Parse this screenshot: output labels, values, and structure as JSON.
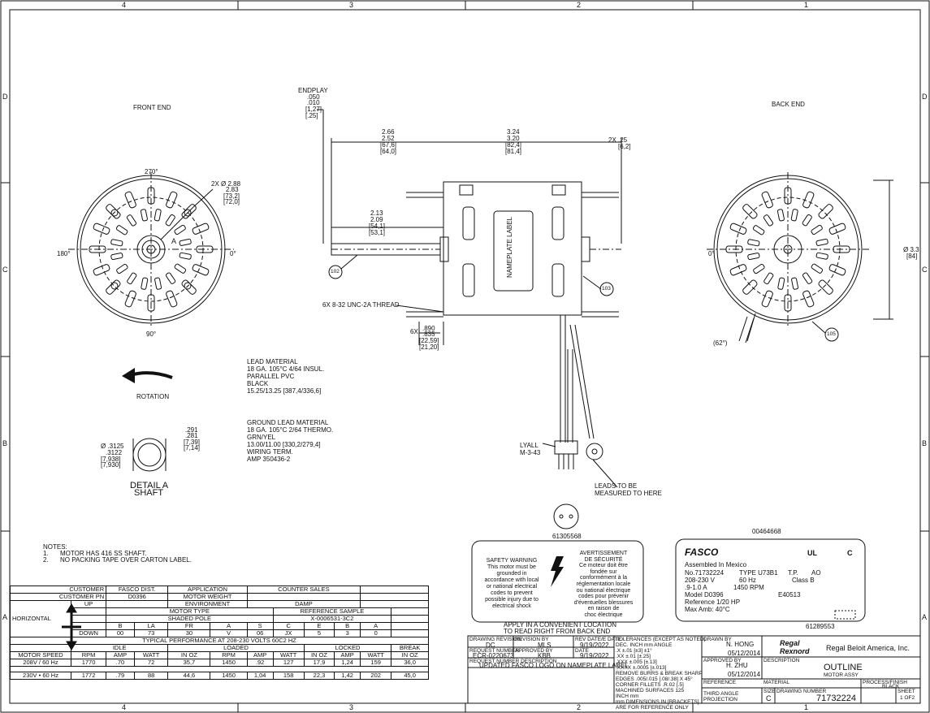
{
  "border": {
    "top_zones": [
      "4",
      "3",
      "2",
      "1"
    ],
    "bottom_zones": [
      "4",
      "3",
      "2",
      "1"
    ],
    "left_zones": [
      "D",
      "C",
      "B",
      "A"
    ],
    "right_zones": [
      "D",
      "C",
      "B",
      "A"
    ]
  },
  "views": {
    "front_end": "FRONT END",
    "back_end": "BACK END",
    "angle_270": "270°",
    "angle_180": "180°",
    "angle_0": "0°",
    "angle_90": "90°",
    "front_label_a": "A",
    "back_angle_0": "0°",
    "back_angle_62": "(62°)",
    "rotation": "ROTATION",
    "detail_title": "DETAIL A",
    "detail_sub": "SHAFT"
  },
  "dimensions": {
    "endplay": "ENDPLAY",
    "endplay_1": ".050",
    "endplay_2": ".010",
    "endplay_3": "[1,27]",
    "endplay_4": "[.25]",
    "d1_1": "2.66",
    "d1_2": "2.52",
    "d1_3": "[67,6]",
    "d1_4": "[64,0]",
    "d2_1": "3.24",
    "d2_2": "3.20",
    "d2_3": "[82,4]",
    "d2_4": "[81,4]",
    "d3_1": "2.13",
    "d3_2": "2.09",
    "d3_3": "[54,1]",
    "d3_4": "[53,1]",
    "twox_1": "2X .25",
    "twox_2": "[6,2]",
    "bolt_1": "2X Ø 2.88",
    "bolt_2": "2.83",
    "bolt_3": "[73,2]",
    "bolt_4": "[72,0]",
    "thread": "6X 8-32 UNC-2A THREAD",
    "sixx": "6X",
    "six_1": ".890",
    "six_2": ".835",
    "six_3": "[22,59]",
    "six_4": "[21,20]",
    "dia_1": "Ø 3.3",
    "dia_2": "[84]",
    "shaft_1": "Ø .3125",
    "shaft_2": ".3122",
    "shaft_3": "[7,938]",
    "shaft_4": "[7,930]",
    "flat_1": ".291",
    "flat_2": ".281",
    "flat_3": "[7,39]",
    "flat_4": "[7,14]",
    "nameplate_label": "NAMEPLATE LABEL",
    "balloon_102": "102",
    "balloon_103": "103",
    "balloon_105": "105"
  },
  "leads": {
    "lead_material": [
      "LEAD MATERIAL",
      "18 GA. 105°C 4/64 INSUL.",
      "PARALLEL PVC",
      "BLACK",
      "15.25/13.25 [387,4/336,6]"
    ],
    "ground_material": [
      "GROUND LEAD MATERIAL",
      "18 GA. 105°C 2/64 THERMO.",
      "GRN/YEL",
      "13.00/11.00 [330,2/279,4]",
      "WIRING TERM.",
      "AMP 350436-2"
    ],
    "lyall": [
      "LYALL",
      "M-3-43"
    ],
    "measured": [
      "LEADS TO BE",
      "MEASURED TO HERE"
    ],
    "part_61305568": "61305568",
    "part_00464668": "00464668",
    "part_61289553": "61289553"
  },
  "notes": {
    "title": "NOTES:",
    "n1_num": "1.",
    "n1": "MOTOR HAS 416 SS SHAFT.",
    "n2_num": "2.",
    "n2": "NO PACKING TAPE OVER CARTON LABEL."
  },
  "warning": {
    "en": [
      "SAFETY WARNING",
      "This motor must be",
      "grounded in",
      "accordance with local",
      "or national electrical",
      "codes to prevent",
      "possible injury due to",
      "electrical shock"
    ],
    "fr": [
      "AVERTISSEMENT",
      "DE SÉCURITÉ",
      "Ce moteur doit être",
      "fondée sur",
      "conformément à la",
      "réglementation locale",
      "ou national électrique",
      "codes pour prévenir",
      "d'éventuelles blessures",
      "en raison de",
      "choc électrique"
    ],
    "apply1": "APPLY IN A CONVENIENT LOCATION",
    "apply2": "TO READ RIGHT FROM BACK END"
  },
  "nameplate": {
    "brand": "FASCO",
    "ul": "UL",
    "c": "C",
    "assembled": "Assembled In Mexico",
    "no": "No.71732224",
    "type": "TYPE U73B1",
    "tp": "T.P.",
    "ao": "AO",
    "volts": "208-230 V",
    "hz": "60 Hz",
    "classb": "Class B",
    "amps": ".9-1.0 A",
    "rpm": "1450 RPM",
    "model": "Model D0396",
    "e": "E40513",
    "ref": "Reference 1/20 HP",
    "amb": "Max Amb: 40°C"
  },
  "perf_table": {
    "customer_label": "CUSTOMER",
    "customer": "FASCO DIST.",
    "application_label": "APPLICATION",
    "application": "COUNTER SALES",
    "customer_pn_label": "CUSTOMER PN",
    "customer_pn": "D0396",
    "motor_weight_label": "MOTOR WEIGHT",
    "motor_weight": "",
    "up": "UP",
    "environment_label": "ENVIRONMENT",
    "environment": "DAMP",
    "horizontal": "HORIZONTAL",
    "down": "DOWN",
    "motor_type_label": "MOTOR TYPE",
    "motor_type": "SHADED POLE",
    "ref_sample_label": "REFERENCE SAMPLE",
    "ref_sample": "X-0006531-3C2",
    "code_headers": [
      "B",
      "LA",
      "FR",
      "A",
      "S",
      "C",
      "E",
      "B",
      "A"
    ],
    "code_values": [
      "00",
      "73",
      "30",
      "V",
      "06",
      "JX",
      "5",
      "3",
      "0"
    ],
    "typical": "TYPICAL PERFORMANCE AT 208-230 VOLTS 60C2 HZ",
    "groups": [
      "IDLE",
      "LOADED",
      "LOCKED",
      "BREAK"
    ],
    "columns": [
      "MOTOR SPEED",
      "RPM",
      "AMP",
      "WATT",
      "IN OZ",
      "RPM",
      "AMP",
      "WATT",
      "IN OZ",
      "AMP",
      "WATT",
      "IN OZ"
    ],
    "rows": [
      [
        "208V / 60 Hz",
        "1770",
        ".70",
        "72",
        "35,7",
        "1450",
        ".92",
        "127",
        "17,9",
        "1,24",
        "159",
        "36,0"
      ],
      [
        "230V • 60 Hz",
        "1772",
        ".79",
        "88",
        "44,6",
        "1450",
        "1,04",
        "158",
        "22,3",
        "1,42",
        "202",
        "45,0"
      ]
    ]
  },
  "title_block": {
    "drawing_rev_label": "DRAWING REVISION",
    "drawing_rev": "DC",
    "revision_by_label": "REVISION BY",
    "revision_by": "MLS",
    "rev_date_label": "REV DATE/E DATE",
    "rev_date": "9/19/2022",
    "request_no_label": "REQUEST NUMBER",
    "request_no": "ECR-0220673",
    "approved_by_label": "APPROVED BY",
    "approved_by": "KBB",
    "date_label": "DATE",
    "date": "9/19/2022",
    "req_desc_label": "REQUEST NUMBER DESCRIPTION",
    "req_desc": "UPDATED FASCO LOGO ON NAMEPLATE LABEL",
    "tolerances": [
      "TOLERANCES (EXCEPT AS NOTED)",
      "DEC.   INCH   mm   ANGLE",
      ".X      ±.01   [±3]    ±1°",
      ".XX     ±.01   [±.25]",
      ".XXX    ±.005  [±.13]",
      ".XXXX   ±.0005 [±.013]",
      "REMOVE BURRS & BREAK SHARP",
      "EDGES .005/.015 [.08/.38] X 45°",
      "CORNER FILLETS .R.02 [.5]",
      "MACHINED SURFACES   125",
      "                    INCH   mm",
      "mm DIMENSIONS IN [BRACKETS]",
      "ARE FOR REFERENCE ONLY"
    ],
    "drawn_by_label": "DRAWN BY",
    "drawn_by": "N. HONG",
    "drawn_date": "05/12/2014",
    "approved2_label": "APPROVED BY",
    "approved2": "H. ZHU",
    "approved2_date": "05/12/2014",
    "reference_label": "REFERENCE",
    "brand1": "Regal",
    "brand2": "Rexnord",
    "company": "Regal Beloit America, Inc.",
    "description_label": "DESCRIPTION",
    "description1": "OUTLINE",
    "description2": "MOTOR ASSY",
    "material_label": "MATERIAL",
    "process_label": "PROCESS/FINISH",
    "process": "BLACK",
    "projection": [
      "THIRD ANGLE",
      "PROJECTION"
    ],
    "size_label": "SIZE",
    "size": "C",
    "drawing_number_label": "DRAWING NUMBER",
    "drawing_number": "71732224",
    "sheet_label": "SHEET",
    "sheet": "1 OF2"
  }
}
